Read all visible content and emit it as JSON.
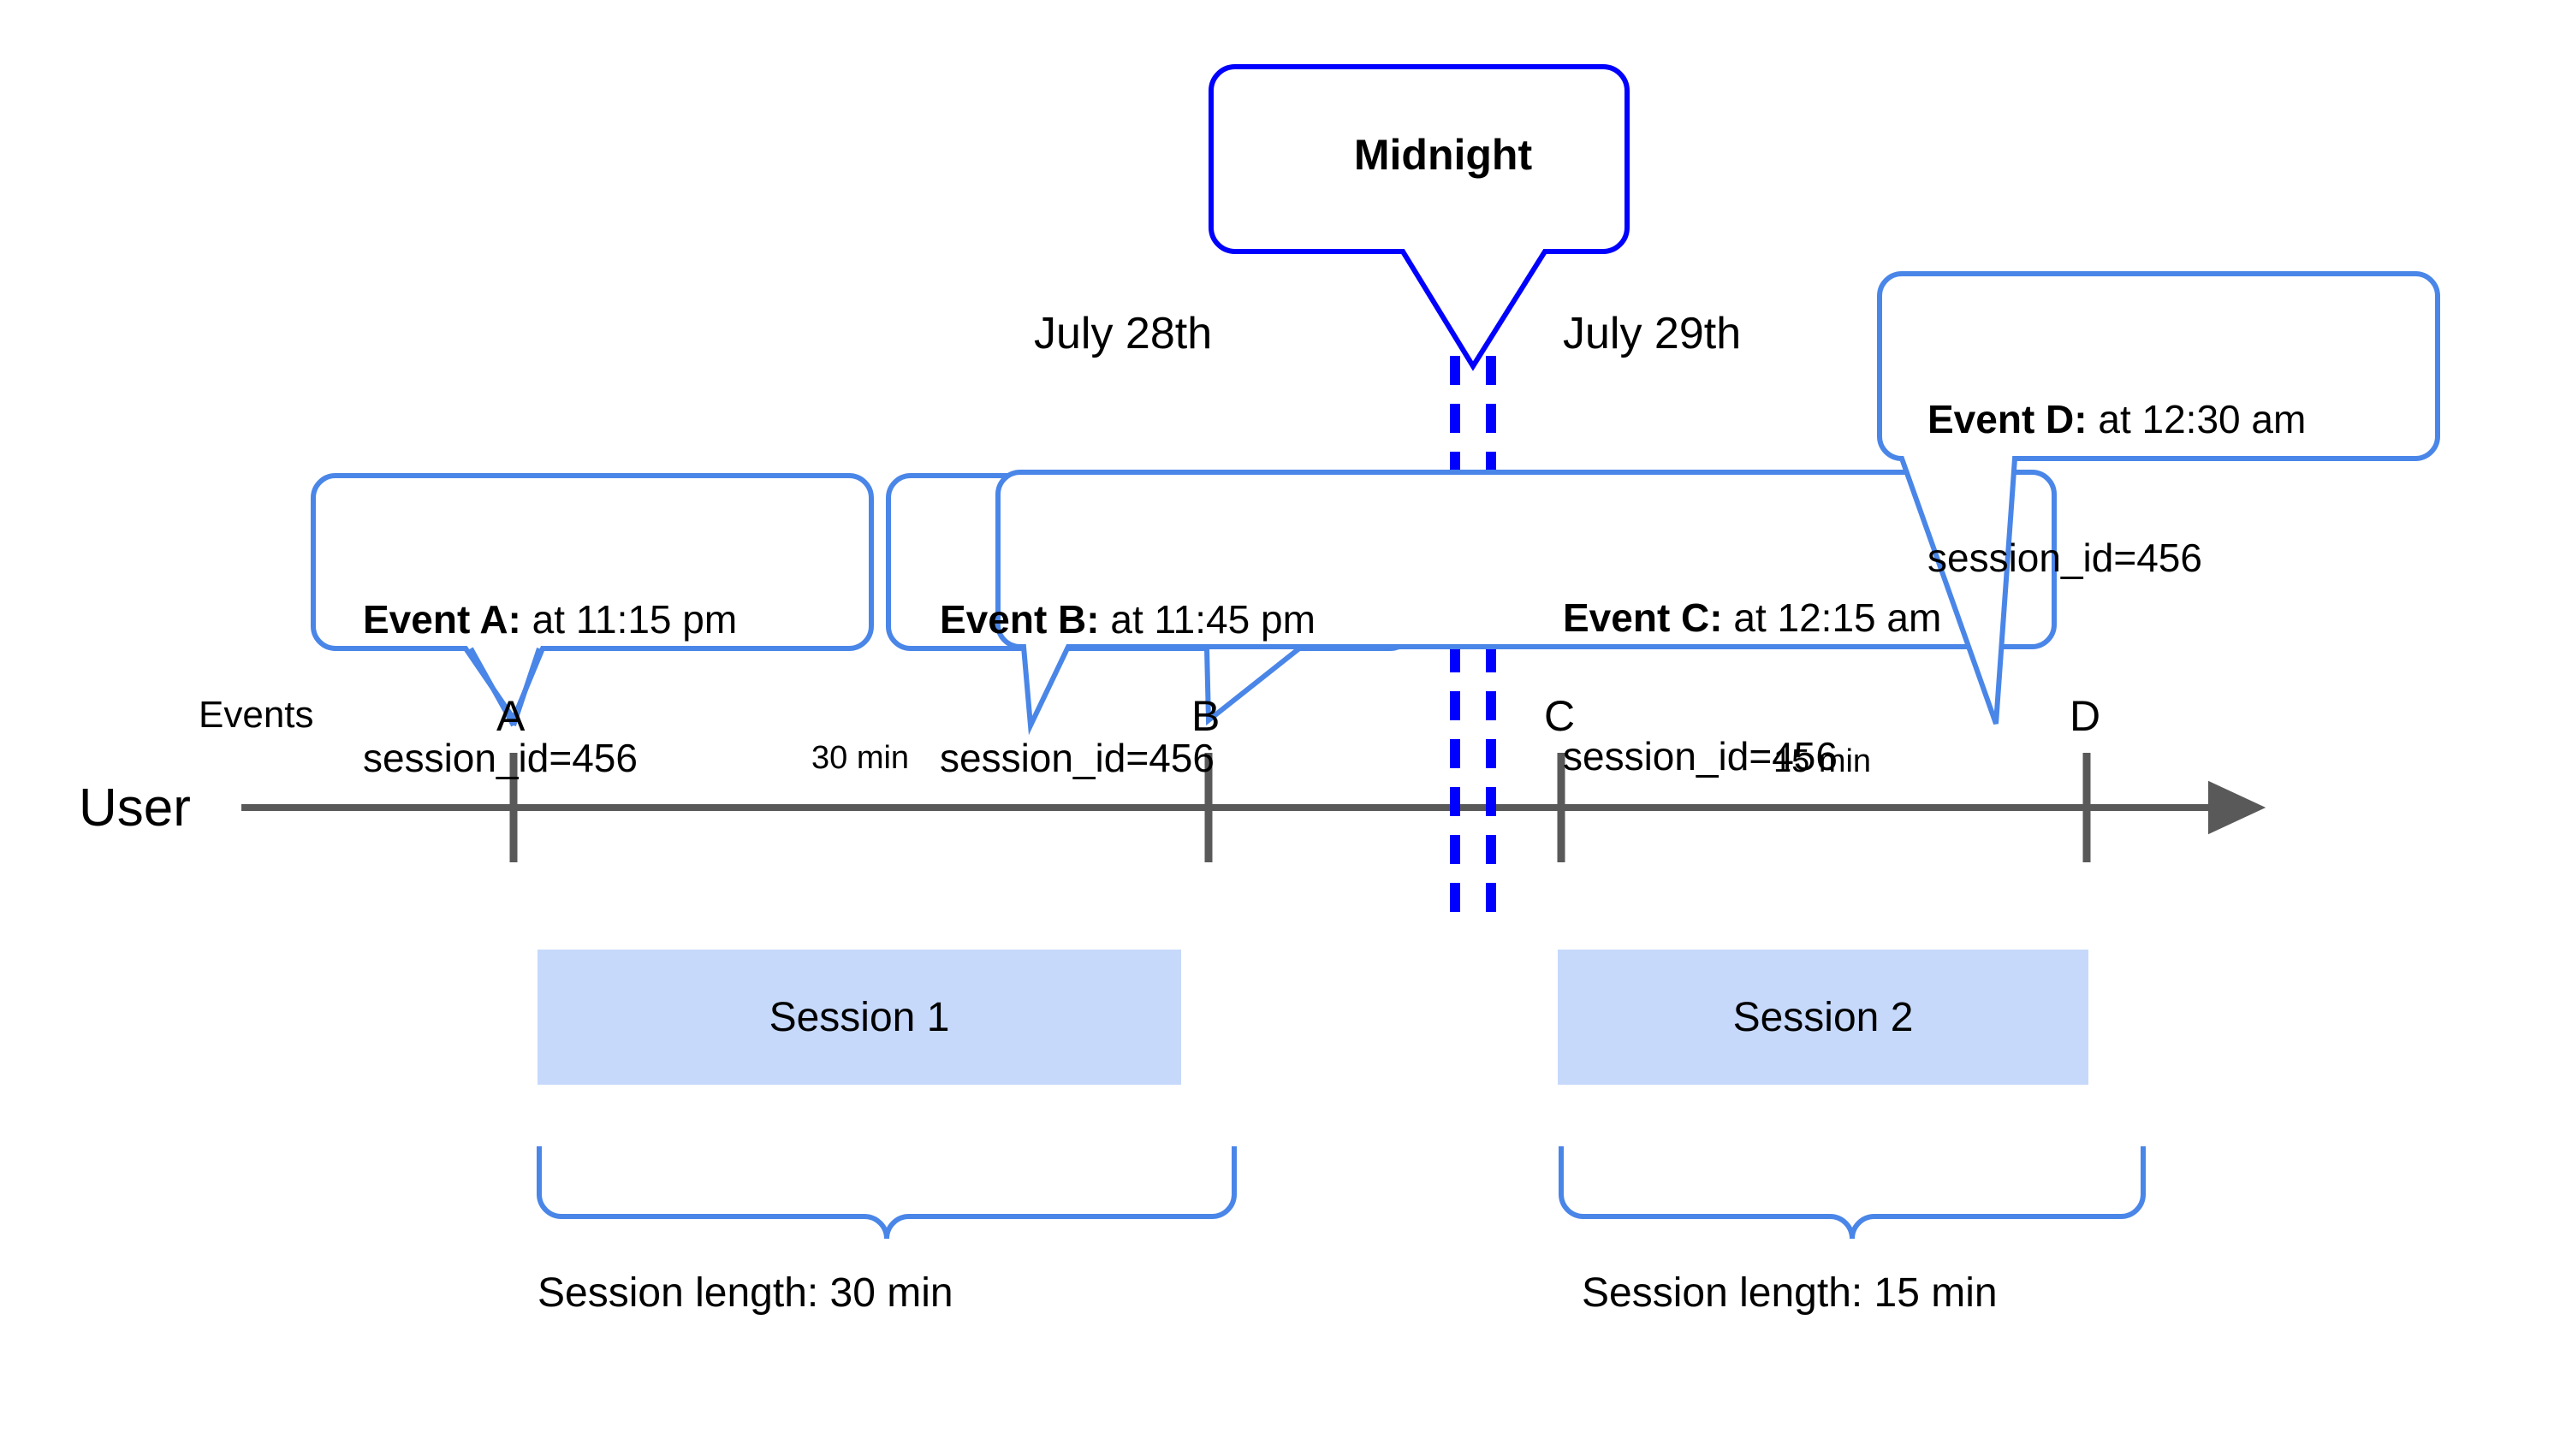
{
  "diagram": {
    "title_callout": {
      "label": "Midnight"
    },
    "dates": [
      {
        "label": "July 28th"
      },
      {
        "label": "July 29th"
      }
    ],
    "axis": {
      "row_label": "User",
      "events_label": "Events",
      "durations": [
        {
          "label": "30 min"
        },
        {
          "label": "15 min"
        }
      ]
    },
    "events": [
      {
        "marker": "A",
        "lead": "Event A:",
        "detail": " at 11:15 pm",
        "session_id": "session_id=456"
      },
      {
        "marker": "B",
        "lead": "Event B:",
        "detail": " at 11:45 pm",
        "session_id": "session_id=456"
      },
      {
        "marker": "C",
        "lead": "Event C:",
        "detail": " at 12:15 am",
        "session_id": "session_id=456"
      },
      {
        "marker": "D",
        "lead": "Event D:",
        "detail": " at 12:30 am",
        "session_id": "session_id=456"
      }
    ],
    "sessions": [
      {
        "name": "Session 1",
        "length_label": "Session length: 30 min"
      },
      {
        "name": "Session 2",
        "length_label": "Session length: 15 min"
      }
    ],
    "colors": {
      "callout_border": "#4A86E8",
      "midnight_border": "#0000FF",
      "midnight_dash": "#0000FF",
      "session_fill": "#C6D9FB",
      "brace": "#4A86E8",
      "axis": "#595959"
    }
  }
}
